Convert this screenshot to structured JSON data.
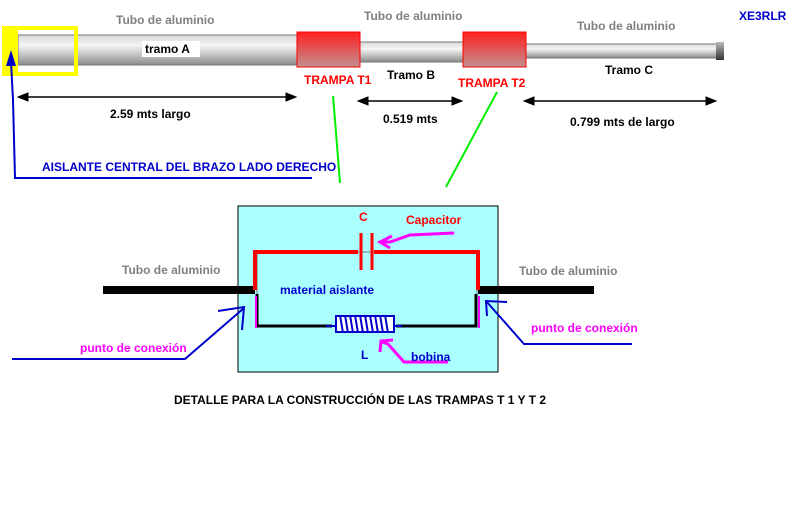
{
  "callsign": "XE3RLR",
  "top_diagram": {
    "tube_labels": [
      "Tubo de aluminio",
      "Tubo de aluminio",
      "Tubo de aluminio"
    ],
    "segments": [
      {
        "name": "tramo A",
        "length": "2.59 mts largo"
      },
      {
        "name": "Tramo  B",
        "length": "0.519 mts"
      },
      {
        "name": "Tramo  C",
        "length": "0.799 mts de largo"
      }
    ],
    "traps": [
      "TRAMPA  T1",
      "TRAMPA  T2"
    ],
    "insulator_label": "AISLANTE CENTRAL DEL BRAZO  LADO DERECHO"
  },
  "detail": {
    "left_tube": "Tubo de aluminio",
    "right_tube": "Tubo de aluminio",
    "capacitor_symbol": "C",
    "capacitor_label": "Capacitor",
    "insulating_material": "material aislante",
    "inductor_symbol": "L",
    "inductor_label": "bobina",
    "left_connection": "punto de conexión",
    "right_connection": "punto de conexión",
    "caption": "DETALLE  PARA LA CONSTRUCCIÓN DE LAS TRAMPAS   T 1   Y    T 2"
  },
  "colors": {
    "trap": "#ff0000",
    "detail_bg": "#aaffff",
    "pointer": "#ff00ff",
    "leader": "#0000cc",
    "link": "#00ee00"
  }
}
